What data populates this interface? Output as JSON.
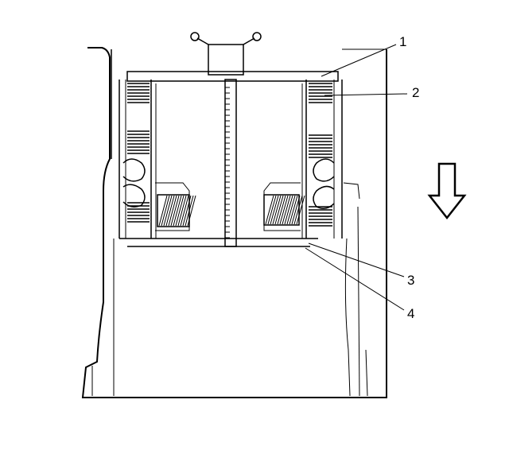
{
  "callouts": [
    {
      "id": "1",
      "label": "1"
    },
    {
      "id": "2",
      "label": "2"
    },
    {
      "id": "3",
      "label": "3"
    },
    {
      "id": "4",
      "label": "4"
    }
  ],
  "direction_arrow": {
    "icon": "down-arrow-icon"
  },
  "colors": {
    "line": "#000000",
    "background": "#ffffff"
  }
}
